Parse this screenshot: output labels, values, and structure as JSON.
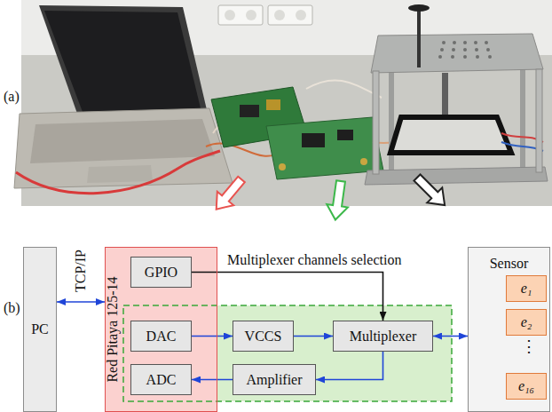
{
  "diagram": {
    "nodes": [
      {
        "text": [
          "PC"
        ]
      },
      {
        "text": [
          "Red Pitaya 125-14"
        ]
      },
      {
        "text": [
          "GPIO"
        ],
        "in": 1
      },
      {
        "text": [
          "DAC"
        ],
        "in": 1
      },
      {
        "text": [
          "ADC"
        ],
        "in": 1
      },
      {
        "text": [
          "VCCS"
        ]
      },
      {
        "text": [
          "Multiplexer"
        ]
      },
      {
        "text": [
          "Amplifier"
        ]
      },
      {
        "text": [
          "Sensor"
        ]
      },
      {
        "text": [
          "e₁"
        ],
        "in": 8
      },
      {
        "text": [
          "e₂"
        ],
        "in": 8
      },
      {
        "text": [
          "e₁₆"
        ],
        "in": 8
      }
    ],
    "edges": [
      {
        "from": 0,
        "to": 1,
        "arrow": "both",
        "label": "TCP/IP"
      },
      {
        "from": 2,
        "to": 6,
        "arrow": "to",
        "label": "Multiplexer channels selection"
      },
      {
        "from": 3,
        "to": 5,
        "arrow": "to"
      },
      {
        "from": 5,
        "to": 6,
        "arrow": "to"
      },
      {
        "from": 6,
        "to": 8,
        "arrow": "both"
      },
      {
        "from": 6,
        "to": 7,
        "arrow": "to"
      },
      {
        "from": 7,
        "to": 4,
        "arrow": "to"
      }
    ],
    "labels": [
      "(a)",
      "(b)",
      "⋮"
    ]
  }
}
